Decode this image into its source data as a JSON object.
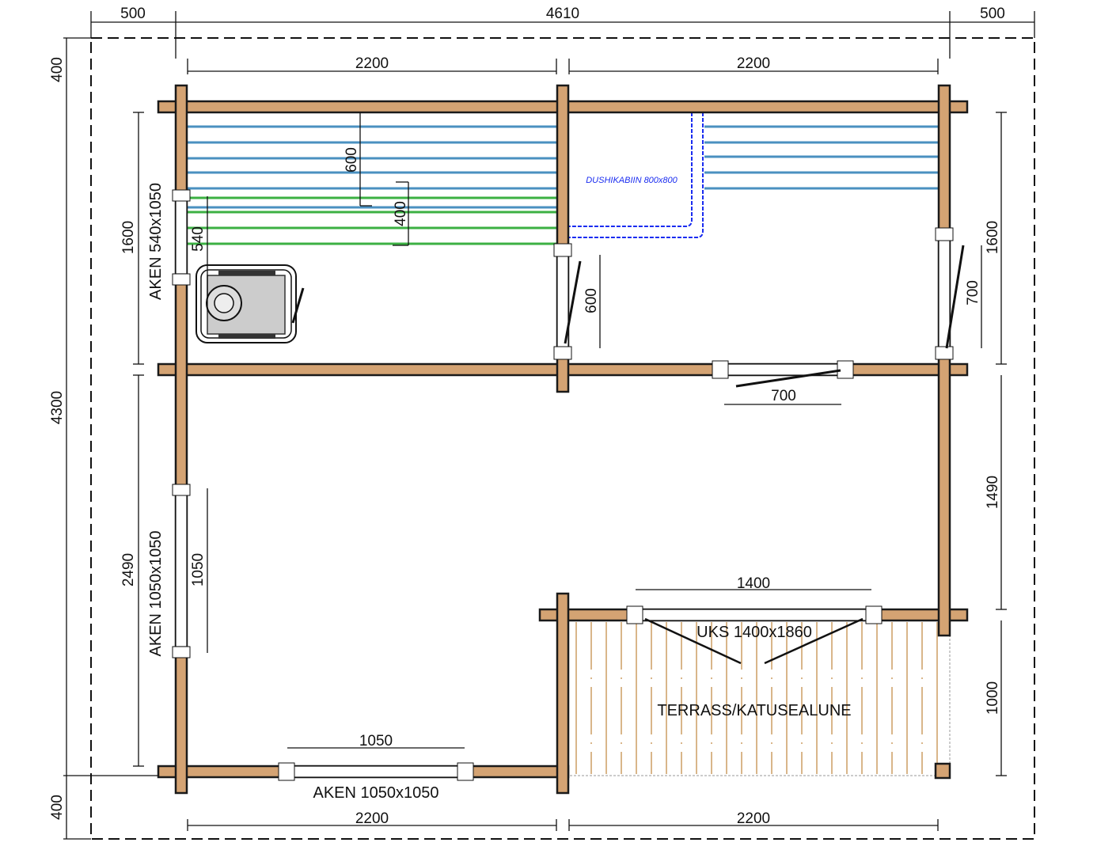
{
  "plan": {
    "overall_width": "4610",
    "overhang_left": "500",
    "overhang_right": "500",
    "overhang_top": "400",
    "overhang_bottom": "400",
    "overall_depth": "4300",
    "top_left_span": "2200",
    "top_right_span": "2200",
    "bottom_left_span": "2200",
    "bottom_right_span": "2200",
    "sauna_depth_left": "1600",
    "sauna_depth_right": "1600",
    "room_depth_left": "2490",
    "room_depth_right": "1490",
    "terrace_depth": "1000",
    "sauna_window": "AKEN 540x1050",
    "sauna_window_height": "540",
    "bench_upper": "600",
    "bench_lower": "400",
    "sauna_door": "600",
    "shower_door": "700",
    "shower_room_door": "700",
    "shower_cabin": "DUSHIKABIIN 800x800",
    "side_window": "AKEN 1050x1050",
    "side_window_width": "1050",
    "front_window": "AKEN 1050x1050",
    "front_window_width": "1050",
    "main_door": "UKS 1400x1860",
    "main_door_width": "1400",
    "terrace": "TERRASS/KATUSEALUNE"
  },
  "colors": {
    "log": "#d4a373",
    "upper_bench": "#4a90c0",
    "lower_bench": "#3cb043",
    "shower": "#1a2cf0",
    "deck": "#d9b68a"
  }
}
